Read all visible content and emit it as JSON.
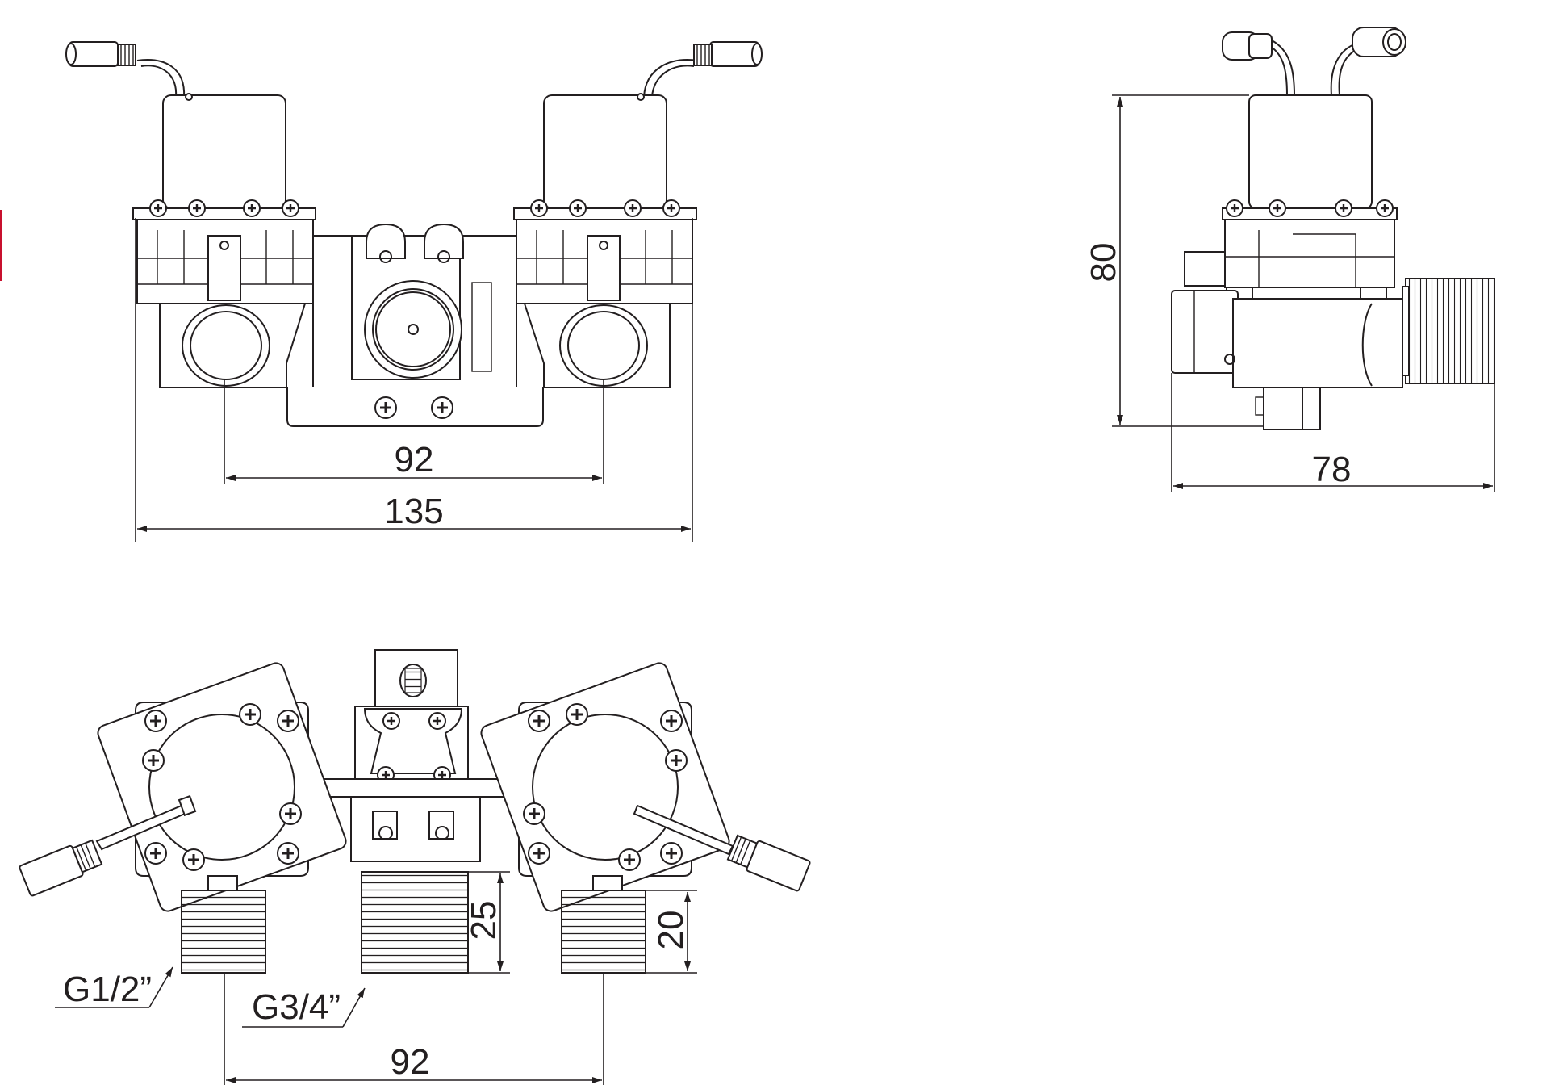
{
  "colors": {
    "line": "#231f20",
    "background": "#ffffff",
    "edge_mark": "#c8102e"
  },
  "views": {
    "front": {
      "dim_inlet_spacing": "92",
      "dim_overall_width": "135"
    },
    "side": {
      "dim_height": "80",
      "dim_depth": "78"
    },
    "bottom": {
      "thread_small": "G1/2”",
      "thread_large": "G3/4”",
      "dim_thread_length_center": "25",
      "dim_thread_length_side": "20",
      "dim_inlet_spacing": "92"
    }
  }
}
